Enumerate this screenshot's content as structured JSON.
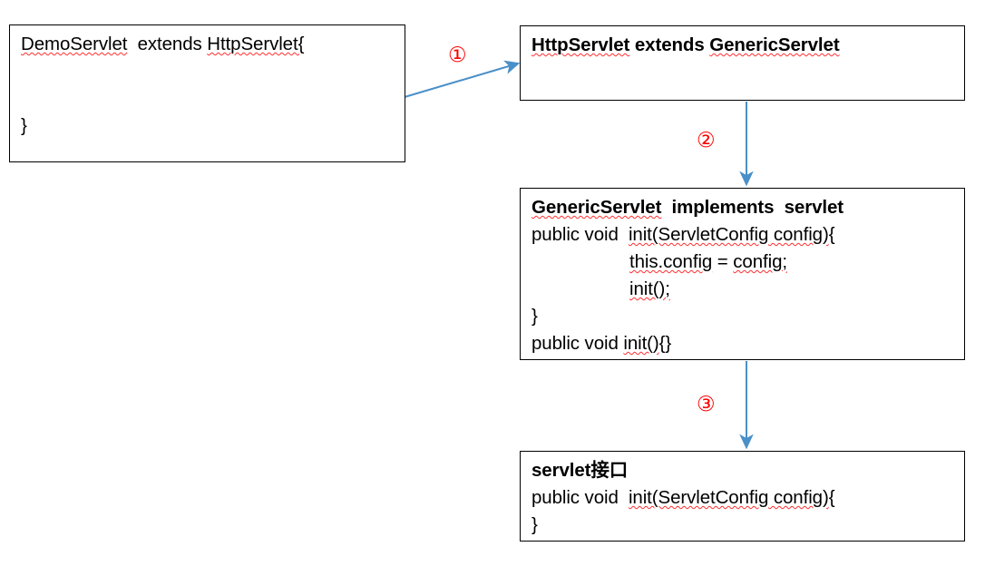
{
  "diagram": {
    "title": "Servlet inheritance chain",
    "accent_arrow_color": "#4A90C8",
    "annotation_color": "#FF0000",
    "box_border_color": "#000000",
    "spellcheck_underline_color": "#FF2F2F"
  },
  "boxes": {
    "demo_servlet": {
      "name": "DemoServlet",
      "lines": [
        {
          "parts": [
            {
              "text": "DemoServlet",
              "spellcheck": true
            },
            {
              "text": "  extends ",
              "spellcheck": false
            },
            {
              "text": "HttpServlet{",
              "spellcheck": true
            }
          ],
          "bold": false,
          "indent": false
        },
        {
          "parts": [
            {
              "text": " ",
              "spellcheck": false
            }
          ],
          "bold": false,
          "indent": false
        },
        {
          "parts": [
            {
              "text": " ",
              "spellcheck": false
            }
          ],
          "bold": false,
          "indent": false
        },
        {
          "parts": [
            {
              "text": "}",
              "spellcheck": false
            }
          ],
          "bold": false,
          "indent": false
        }
      ]
    },
    "http_servlet": {
      "name": "HttpServlet",
      "lines": [
        {
          "parts": [
            {
              "text": "HttpServlet",
              "spellcheck": true
            },
            {
              "text": " extends ",
              "spellcheck": false
            },
            {
              "text": "GenericServlet",
              "spellcheck": true
            }
          ],
          "bold": true,
          "indent": false
        }
      ]
    },
    "generic_servlet": {
      "name": "GenericServlet",
      "lines": [
        {
          "parts": [
            {
              "text": "GenericServlet",
              "spellcheck": true
            },
            {
              "text": "  implements  servlet",
              "spellcheck": false
            }
          ],
          "bold": true,
          "indent": false
        },
        {
          "parts": [
            {
              "text": "public void  ",
              "spellcheck": false
            },
            {
              "text": "init(ServletConfig config)",
              "spellcheck": true
            },
            {
              "text": "{",
              "spellcheck": false
            }
          ],
          "bold": false,
          "indent": false
        },
        {
          "parts": [
            {
              "text": "this.config",
              "spellcheck": true
            },
            {
              "text": " = ",
              "spellcheck": false
            },
            {
              "text": "config;",
              "spellcheck": true
            }
          ],
          "bold": false,
          "indent": true
        },
        {
          "parts": [
            {
              "text": "init();",
              "spellcheck": true
            }
          ],
          "bold": false,
          "indent": true
        },
        {
          "parts": [
            {
              "text": "}",
              "spellcheck": false
            }
          ],
          "bold": false,
          "indent": false
        },
        {
          "parts": [
            {
              "text": "public void ",
              "spellcheck": false
            },
            {
              "text": "init()",
              "spellcheck": true
            },
            {
              "text": "{}",
              "spellcheck": false
            }
          ],
          "bold": false,
          "indent": false
        }
      ]
    },
    "servlet_interface": {
      "name": "servlet interface",
      "lines": [
        {
          "parts": [
            {
              "text": "servlet接口",
              "spellcheck": false
            }
          ],
          "bold": true,
          "indent": false
        },
        {
          "parts": [
            {
              "text": "public void  ",
              "spellcheck": false
            },
            {
              "text": "init(ServletConfig config)",
              "spellcheck": true
            },
            {
              "text": "{",
              "spellcheck": false
            }
          ],
          "bold": false,
          "indent": false
        },
        {
          "parts": [
            {
              "text": "}",
              "spellcheck": false
            }
          ],
          "bold": false,
          "indent": false
        }
      ]
    }
  },
  "annotations": [
    {
      "id": "one",
      "label": "①"
    },
    {
      "id": "two",
      "label": "②"
    },
    {
      "id": "three",
      "label": "③"
    }
  ],
  "arrows": [
    {
      "id": "demo-to-http",
      "from": "demo_servlet",
      "to": "http_servlet",
      "direction": "diagonal-up-right"
    },
    {
      "id": "http-to-generic",
      "from": "http_servlet",
      "to": "generic_servlet",
      "direction": "down"
    },
    {
      "id": "generic-to-interface",
      "from": "generic_servlet",
      "to": "servlet_interface",
      "direction": "down"
    }
  ]
}
